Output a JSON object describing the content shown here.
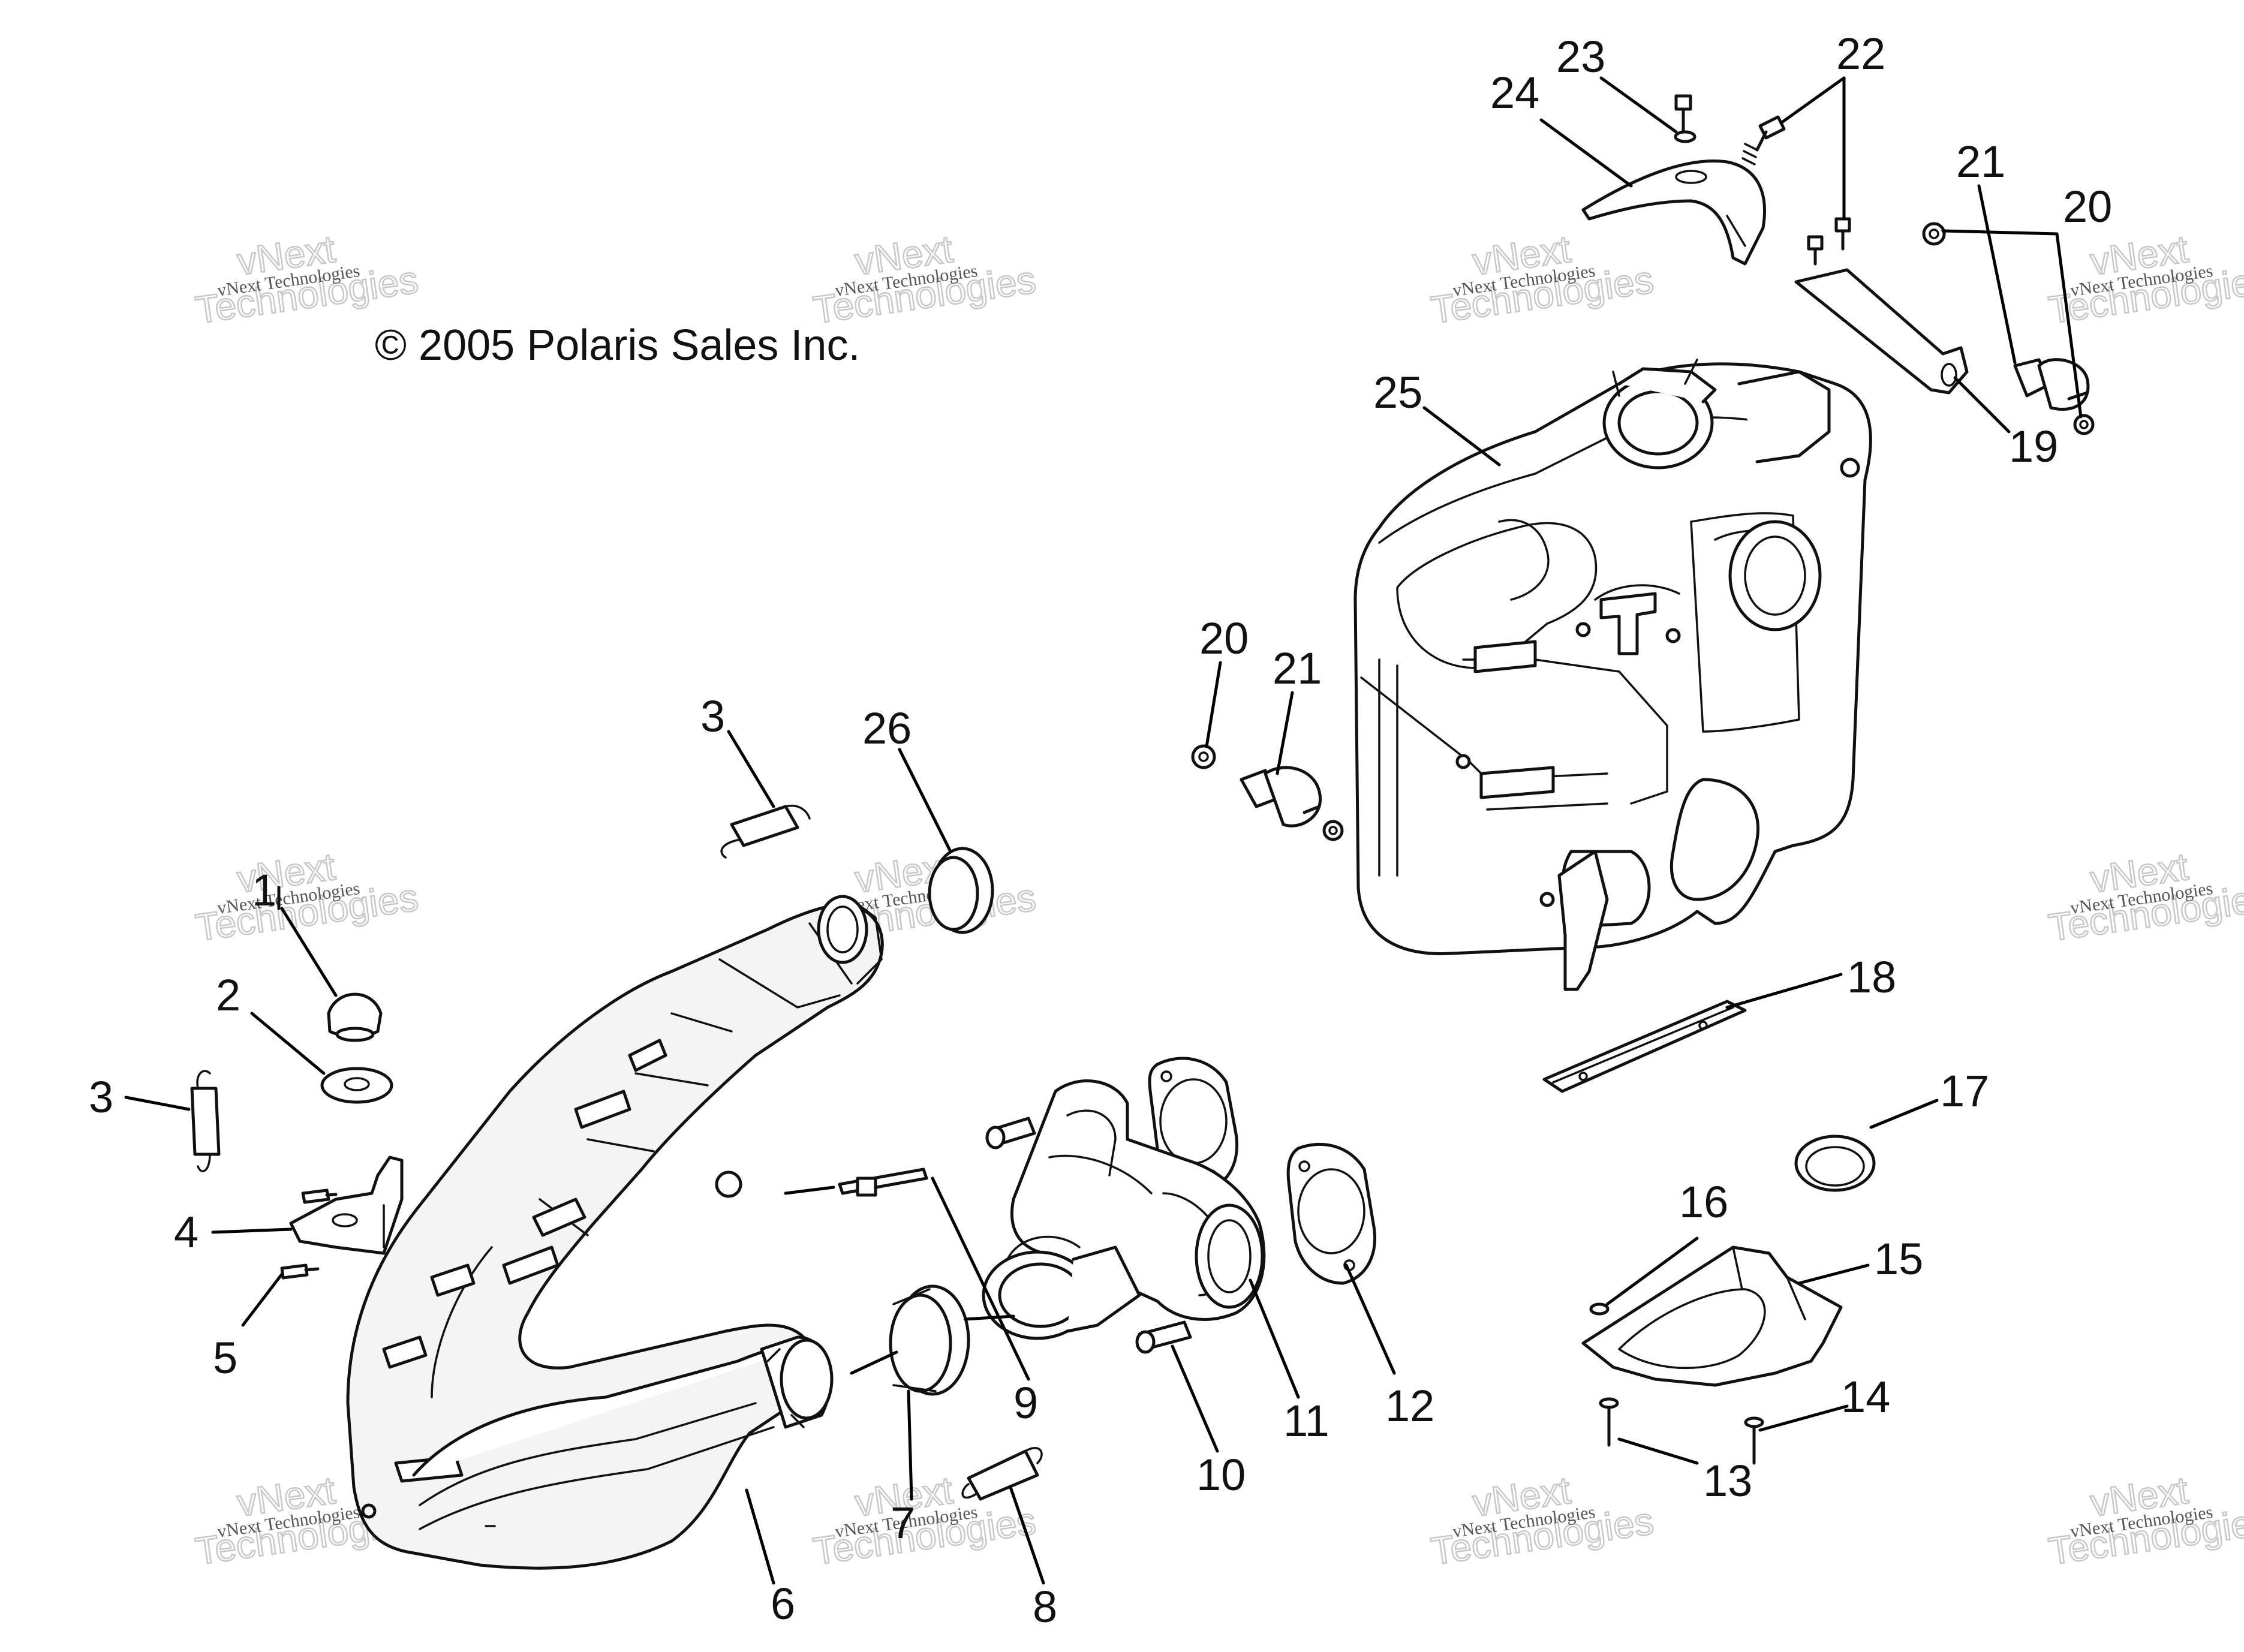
{
  "copyright": "© 2005 Polaris Sales Inc.",
  "watermark": {
    "line_small": "vNext Technologies",
    "line_big_1": "vNext",
    "line_big_2": "Technologies"
  },
  "callouts": {
    "c1": "1",
    "c2": "2",
    "c3a": "3",
    "c3b": "3",
    "c4": "4",
    "c5": "5",
    "c6": "6",
    "c7": "7",
    "c8": "8",
    "c9": "9",
    "c10": "10",
    "c11": "11",
    "c12": "12",
    "c13": "13",
    "c14": "14",
    "c15": "15",
    "c16": "16",
    "c17": "17",
    "c18": "18",
    "c19": "19",
    "c20a": "20",
    "c20b": "20",
    "c21a": "21",
    "c21b": "21",
    "c22": "22",
    "c23": "23",
    "c24": "24",
    "c25": "25",
    "c26": "26"
  }
}
